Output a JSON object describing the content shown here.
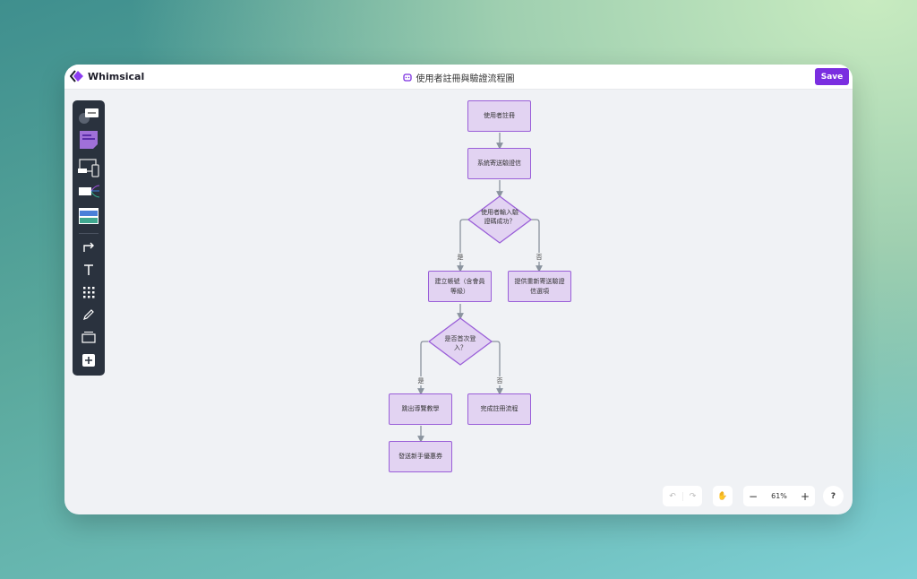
{
  "header": {
    "logo": "Whimsical",
    "title": "使用者註冊與驗證流程圖",
    "save_label": "Save"
  },
  "toolbar": {
    "items": [
      "flowchart-shapes",
      "sticky-note",
      "wireframe",
      "mind-map",
      "docs",
      "connector",
      "text",
      "grid",
      "pencil",
      "frame",
      "add"
    ]
  },
  "flowchart": {
    "n1": "使用者註冊",
    "n2": "系統寄送驗證信",
    "d1": "使用者輸入驗證碼成功？",
    "yes1": "是",
    "no1": "否",
    "n3": "建立帳號（含會員等級）",
    "n4": "提供重新寄送驗證信選項",
    "d2": "是否首次登入？",
    "yes2": "是",
    "no2": "否",
    "n5": "跳出導覽教學",
    "n6": "完成註冊流程",
    "n7": "發送新手優惠券"
  },
  "colors": {
    "accent": "#7a2ee0",
    "node_fill": "#e2d3f2",
    "node_border": "#9a5fd8",
    "connector": "#8a939e"
  },
  "controls": {
    "zoom": "61%",
    "help": "?"
  }
}
